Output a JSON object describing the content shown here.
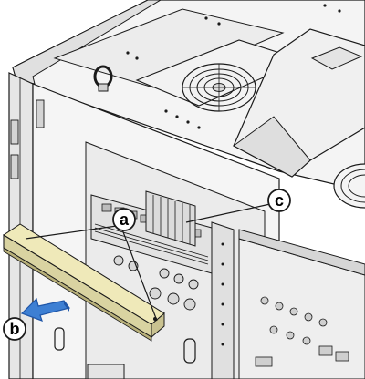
{
  "callouts": {
    "a": "a",
    "b": "b",
    "c": "c"
  },
  "colors": {
    "line": "#1a1a1a",
    "panel_fill": "#e9e9e9",
    "panel_light": "#f6f6f6",
    "bracket": "#d9d3a1",
    "bracket_dark": "#b8b07a",
    "arrow_blue": "#3d7fd3",
    "arrow_blue_dark": "#1f56a8"
  }
}
